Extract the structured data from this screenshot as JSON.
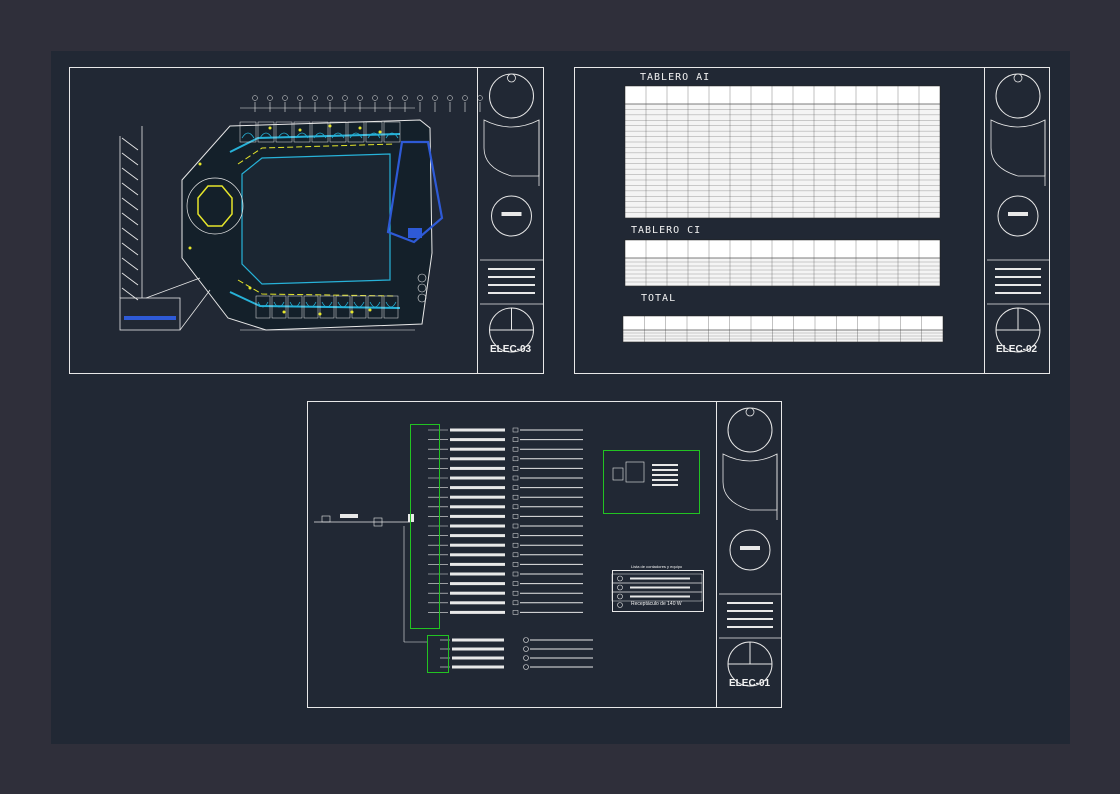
{
  "colors": {
    "background": "#2f2f3a",
    "canvas": "#212834",
    "line": "#e8e8e8",
    "cyan": "#27b2d8",
    "yellow": "#e6e62a",
    "blue": "#2e5ad6",
    "green": "#22c322"
  },
  "sheets": {
    "plan": {
      "sheet_number": "ELEC-03"
    },
    "tables": {
      "sheet_number": "ELEC-02",
      "titles": {
        "a": "TABLERO AI",
        "c": "TABLERO CI",
        "total": "TOTAL"
      }
    },
    "diagram": {
      "sheet_number": "ELEC-01",
      "legend_title": "Lista de contadores y equipo",
      "legend_last_item": "Receptáculo de 140 W"
    }
  }
}
